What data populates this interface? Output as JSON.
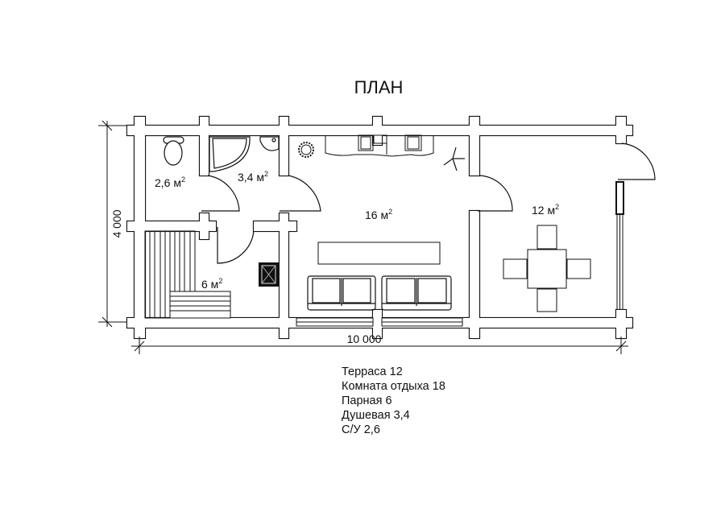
{
  "title": "ПЛАН",
  "rooms": {
    "wc": {
      "area": "2,6 м",
      "sup": "2"
    },
    "shower": {
      "area": "3,4 м",
      "sup": "2"
    },
    "sauna": {
      "area": "6 м",
      "sup": "2"
    },
    "lounge": {
      "area": "16 м",
      "sup": "2"
    },
    "terrace": {
      "area": "12 м",
      "sup": "2"
    }
  },
  "dimensions": {
    "height": "4 000",
    "width": "10 000"
  },
  "legend": [
    "Терраса 12",
    "Комната отдыха 18",
    "Парная 6",
    "Душевая 3,4",
    "С/У 2,6"
  ]
}
